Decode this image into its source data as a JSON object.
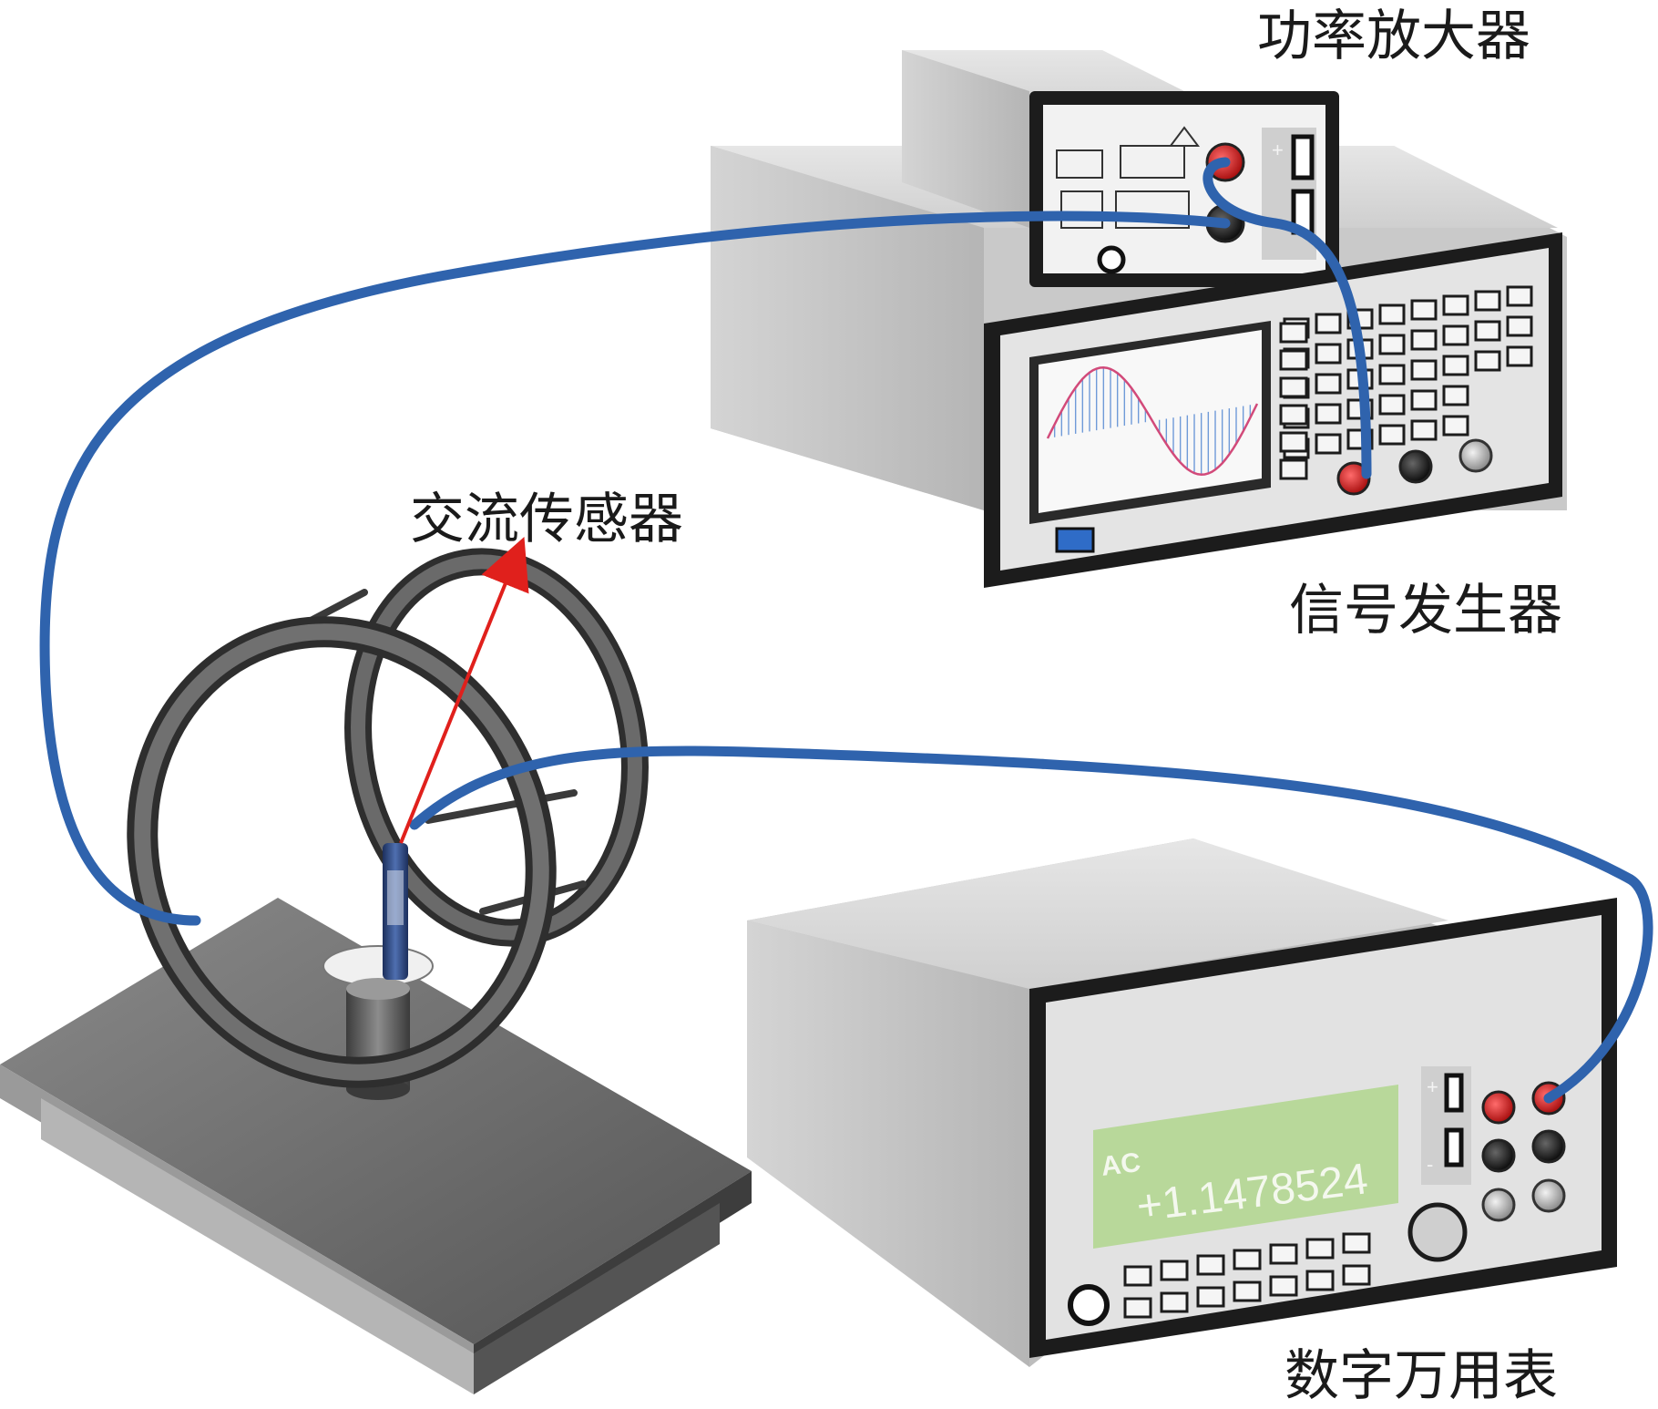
{
  "labels": {
    "power_amplifier": "功率放大器",
    "signal_generator": "信号发生器",
    "ac_sensor": "交流传感器",
    "digital_multimeter": "数字万用表"
  },
  "multimeter_display": {
    "mode": "AC",
    "reading": "+1.1478524"
  },
  "port_signs": {
    "plus": "+",
    "minus": "-"
  },
  "colors": {
    "cable": "#2f63ad",
    "arrow": "#e0201c",
    "lcd_multimeter": "#b8d89a",
    "instrument_body": "#d9d9d9",
    "panel_frame": "#1c1c1c",
    "terminal_red": "#d01f1f",
    "coil_ring": "#4b4b4b",
    "base_plate": "#6b6b6b",
    "sensor_probe": "#27407a"
  },
  "icons": [
    "sine-wave-display",
    "terminal-red",
    "terminal-black",
    "terminal-silver",
    "power-knob",
    "arrow-pointer"
  ]
}
